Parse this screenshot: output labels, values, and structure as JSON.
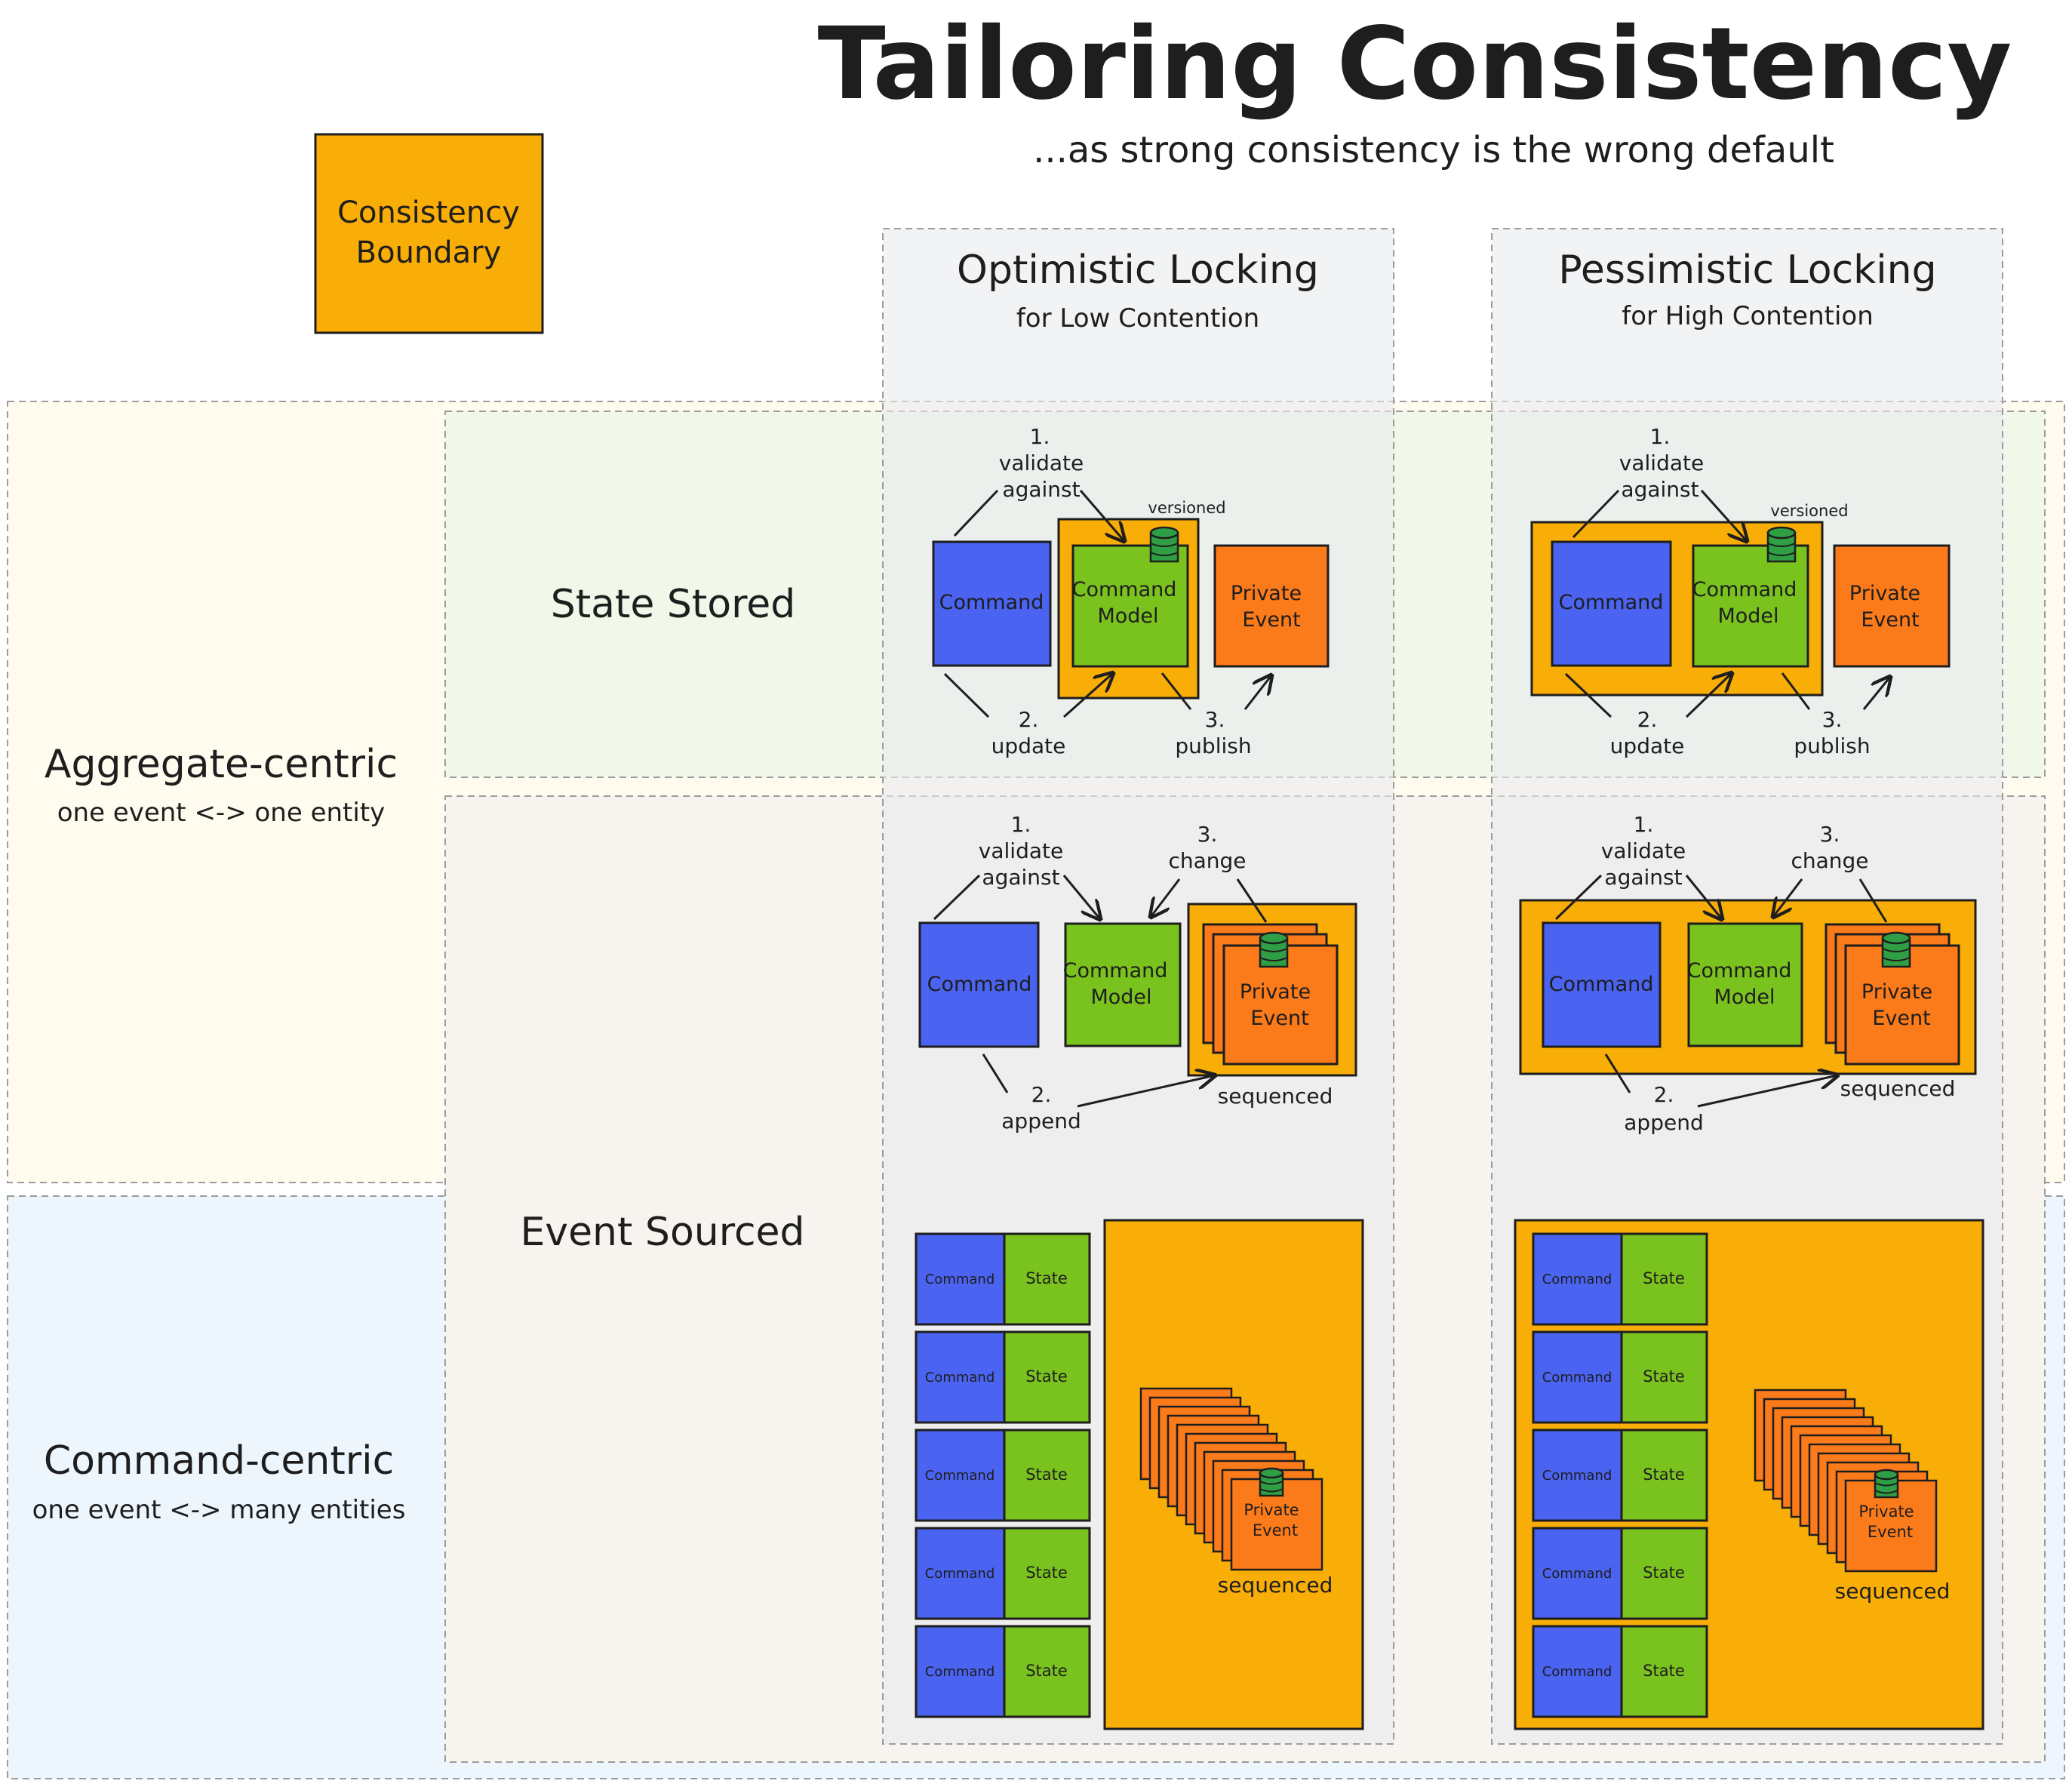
{
  "title": "Tailoring Consistency",
  "subtitle": "...as strong consistency is the wrong default",
  "legend": {
    "line1": "Consistency",
    "line2": "Boundary"
  },
  "columns": {
    "optimistic": {
      "title": "Optimistic Locking",
      "subtitle": "for Low Contention"
    },
    "pessimistic": {
      "title": "Pessimistic Locking",
      "subtitle": "for High Contention"
    }
  },
  "rows": {
    "aggregate": {
      "title": "Aggregate-centric",
      "subtitle": "one event <-> one entity"
    },
    "command": {
      "title": "Command-centric",
      "subtitle": "one event <-> many entities"
    },
    "state_stored": "State Stored",
    "event_sourced": "Event Sourced"
  },
  "labels": {
    "step1_num": "1.",
    "step1_a": "validate",
    "step1_b": "against",
    "step2_num": "2.",
    "update": "update",
    "append": "append",
    "step3_num": "3.",
    "publish": "publish",
    "change": "change",
    "versioned": "versioned",
    "sequenced": "sequenced"
  },
  "boxes": {
    "command": "Command",
    "command_model_1": "Command",
    "command_model_2": "Model",
    "private_event_1": "Private",
    "private_event_2": "Event",
    "state": "State"
  },
  "colors": {
    "command": "#4a63f0",
    "model": "#7ac21e",
    "event": "#fb7a1a",
    "boundary": "#f9ad07",
    "db": "#2f9e44"
  }
}
